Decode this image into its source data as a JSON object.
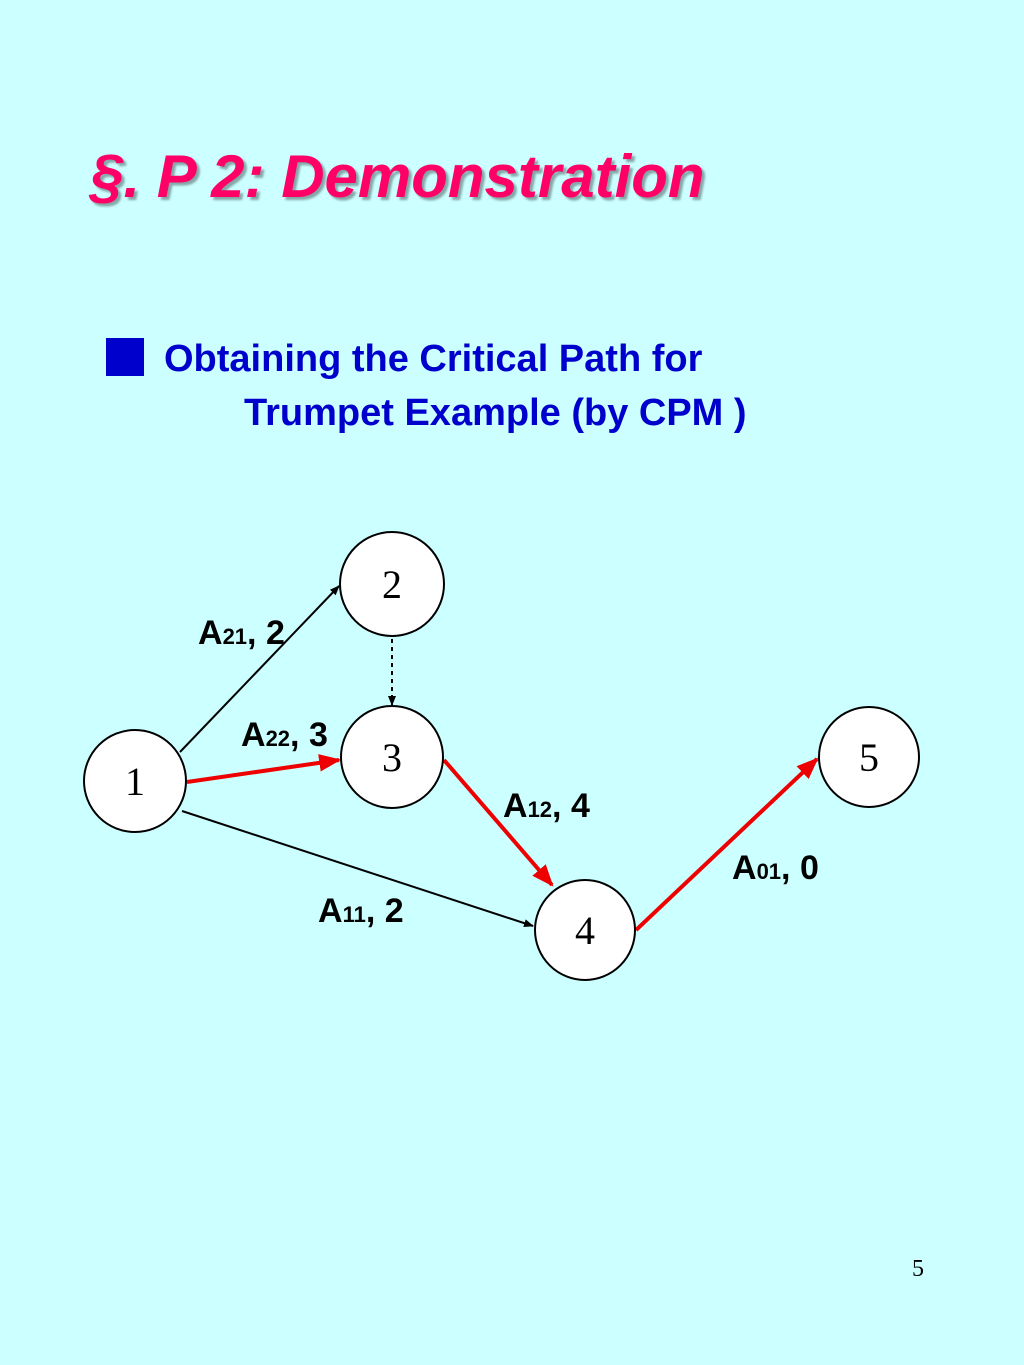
{
  "title": "§. P 2:  Demonstration",
  "bullet": {
    "line1": "Obtaining the Critical Path for",
    "line2": "Trumpet Example (by CPM )"
  },
  "colors": {
    "background": "#ccffff",
    "title": "#ff0066",
    "bullet": "#0000cc",
    "critical_edge": "#ee0000",
    "normal_edge": "#000000"
  },
  "nodes": [
    {
      "id": "n1",
      "label": "1"
    },
    {
      "id": "n2",
      "label": "2"
    },
    {
      "id": "n3",
      "label": "3"
    },
    {
      "id": "n4",
      "label": "4"
    },
    {
      "id": "n5",
      "label": "5"
    }
  ],
  "edges": [
    {
      "id": "e12",
      "from": "1",
      "to": "2",
      "activity": "A",
      "subscript": "21",
      "duration": ", 2",
      "critical": false
    },
    {
      "id": "e13",
      "from": "1",
      "to": "3",
      "activity": "A",
      "subscript": "22",
      "duration": ", 3",
      "critical": true
    },
    {
      "id": "e14",
      "from": "1",
      "to": "4",
      "activity": "A",
      "subscript": "11",
      "duration": ", 2",
      "critical": false
    },
    {
      "id": "e34",
      "from": "3",
      "to": "4",
      "activity": "A",
      "subscript": "12",
      "duration": ", 4",
      "critical": true
    },
    {
      "id": "e45",
      "from": "4",
      "to": "5",
      "activity": "A",
      "subscript": "01",
      "duration": ", 0",
      "critical": true
    },
    {
      "id": "e23",
      "from": "2",
      "to": "3",
      "dummy": true,
      "critical": false
    }
  ],
  "page_number": "5"
}
